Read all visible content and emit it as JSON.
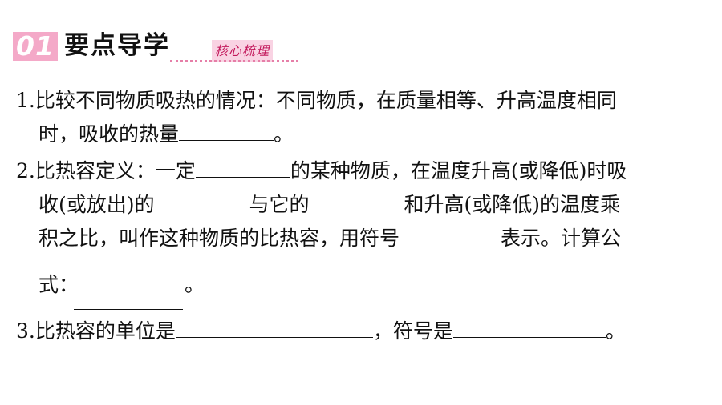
{
  "header": {
    "badge": "01",
    "title": "要点导学",
    "subtitle": "核心梳理"
  },
  "items": {
    "i1": {
      "l1": "1.比较不同物质吸热的情况：不同物质，在质量相等、升高温度相同",
      "l2a": "时，吸收的热量",
      "l2b": "。"
    },
    "i2": {
      "l1a": "2.比热容定义：一定",
      "l1b": "的某种物质，在温度升高(或降低)时吸",
      "l2a": "收(或放出)的",
      "l2b": "与它的",
      "l2c": "和升高(或降低)的温度乘",
      "l3a": "积之比，叫作这种物质的比热容，用符号",
      "l3b": "表示。计算公",
      "l4a": "式：",
      "l4b": "。"
    },
    "i3": {
      "l1a": "3.比热容的单位是",
      "l1b": "，符号是",
      "l1c": "。"
    }
  }
}
